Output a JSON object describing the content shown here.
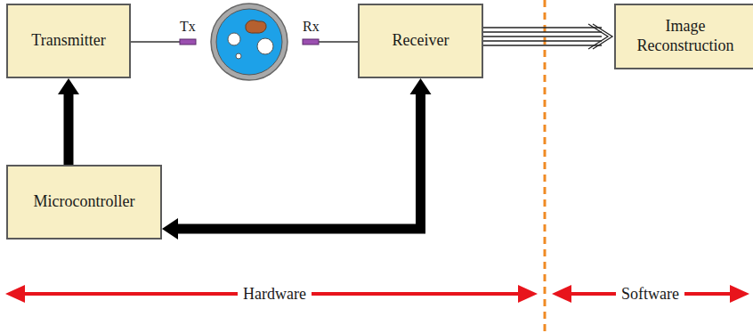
{
  "diagram": {
    "nodes": [
      {
        "text": [
          "Transmitter"
        ]
      },
      {
        "text": [
          "Receiver"
        ]
      },
      {
        "text": [
          "Image Reconstruction"
        ]
      },
      {
        "text": [
          "Microcontroller"
        ]
      }
    ],
    "edges": [
      {
        "from": 1,
        "to": 2,
        "arrow": "to"
      },
      {
        "from": 3,
        "to": 0,
        "arrow": "to"
      },
      {
        "from": 3,
        "to": 1,
        "arrow": "both"
      }
    ],
    "labels": [
      "Tx",
      "Rx",
      "Hardware",
      "Software"
    ]
  }
}
